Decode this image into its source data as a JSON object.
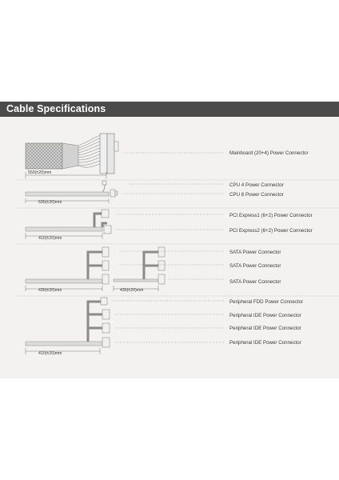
{
  "header": {
    "title": "Cable Specifications"
  },
  "groups": [
    {
      "length": "550(±20)mm",
      "connectors": [
        {
          "label": "Mainboard (20+4) Power Connector"
        }
      ]
    },
    {
      "length": "630(±20)mm",
      "connectors": [
        {
          "label": "CPU 4 Power Connector"
        },
        {
          "label": "CPU 8 Power Connector"
        }
      ]
    },
    {
      "length": "410(±20)mm",
      "connectors": [
        {
          "label": "PCI Express1 (6+2) Power Connector"
        },
        {
          "label": "PCI Express2 (6+2) Power Connector"
        }
      ]
    },
    {
      "length": "430(±20)mm",
      "length2": "430(±20)mm",
      "connectors": [
        {
          "label": "SATA Power Connector"
        },
        {
          "label": "SATA Power Connector"
        },
        {
          "label": "SATA Power Connector"
        }
      ]
    },
    {
      "length": "410(±20)mm",
      "connectors": [
        {
          "label": "Peripheral FDD Power Connector"
        },
        {
          "label": "Peripheral IDE Power Connector"
        },
        {
          "label": "Peripheral IDE Power Connector"
        },
        {
          "label": "Peripheral IDE Power Connector"
        }
      ]
    }
  ],
  "colors": {
    "header": "#4b4b4b",
    "sheet": "#f3f2f0",
    "line": "#6e6e6e"
  }
}
